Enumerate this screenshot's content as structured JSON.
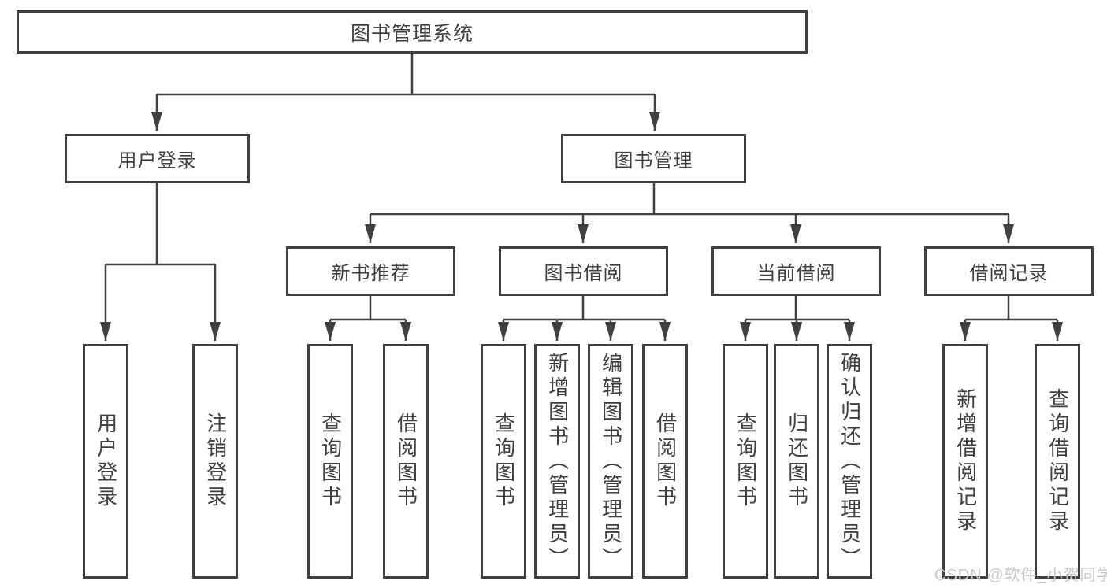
{
  "colors": {
    "line": "#404040",
    "text": "#3f3f3f",
    "box_background": "#ffffff",
    "watermark": "#c5c9cd"
  },
  "watermark": {
    "text": "CSDN @软件_小贺同学"
  },
  "tree": {
    "root": "图书管理系统",
    "user_login": {
      "label": "用户登录",
      "children": {
        "login": "用户登录",
        "logout": "注销登录"
      }
    },
    "book_mgmt": {
      "label": "图书管理",
      "children": {
        "new_books": {
          "label": "新书推荐",
          "children": {
            "query_books": "查询图书",
            "borrow_books": "借阅图书"
          }
        },
        "book_borrow": {
          "label": "图书借阅",
          "children": {
            "query_books": "查询图书",
            "add_books": "新增图书（管理员）",
            "edit_books": "编辑图书（管理员）",
            "borrow_books": "借阅图书"
          }
        },
        "current_borrow": {
          "label": "当前借阅",
          "children": {
            "query_books": "查询图书",
            "return_books": "归还图书",
            "confirm_return": "确认归还（管理员）"
          }
        },
        "borrow_records": {
          "label": "借阅记录",
          "children": {
            "add_record": "新增借阅记录",
            "query_record": "查询借阅记录"
          }
        }
      }
    }
  }
}
